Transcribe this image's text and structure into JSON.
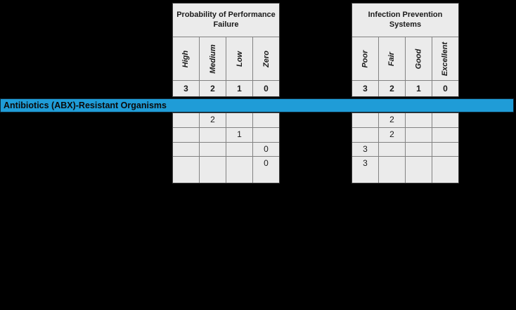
{
  "background_color": "#000000",
  "banner": {
    "label": "Antibiotics (ABX)-Resistant Organisms",
    "fill_color": "#1F9CD7",
    "text_color": "#0A0A0A"
  },
  "tables": [
    {
      "id": "probability-of-performance-failure",
      "title": "Probability of Performance Failure",
      "columns": [
        {
          "label": "High",
          "score": "3"
        },
        {
          "label": "Medium",
          "score": "2"
        },
        {
          "label": "Low",
          "score": "1"
        },
        {
          "label": "Zero",
          "score": "0"
        }
      ],
      "rows": [
        {
          "cells": [
            "",
            "2",
            "",
            ""
          ]
        },
        {
          "cells": [
            "",
            "",
            "1",
            ""
          ]
        },
        {
          "cells": [
            "",
            "",
            "",
            "0"
          ]
        },
        {
          "cells": [
            "",
            "",
            "",
            "0"
          ]
        }
      ]
    },
    {
      "id": "infection-prevention-systems",
      "title": "Infection Prevention Systems",
      "columns": [
        {
          "label": "Poor",
          "score": "3"
        },
        {
          "label": "Fair",
          "score": "2"
        },
        {
          "label": "Good",
          "score": "1"
        },
        {
          "label": "Excellent",
          "score": "0"
        }
      ],
      "rows": [
        {
          "cells": [
            "",
            "2",
            "",
            ""
          ]
        },
        {
          "cells": [
            "",
            "2",
            "",
            ""
          ]
        },
        {
          "cells": [
            "3",
            "",
            "",
            ""
          ]
        },
        {
          "cells": [
            "3",
            "",
            "",
            ""
          ]
        }
      ]
    }
  ]
}
